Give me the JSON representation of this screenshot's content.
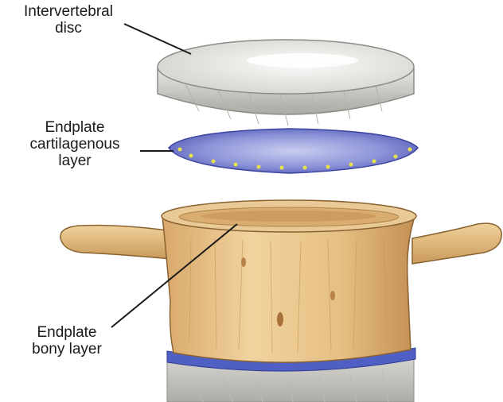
{
  "labels": {
    "intervertebral_disc": "Intervertebral\ndisc",
    "endplate_cartilage": "Endplate\ncartilagenous\nlayer",
    "endplate_bony": "Endplate\nbony layer"
  },
  "colors": {
    "disc_grey": "#d8d6d0",
    "cartilage_blue": "#6b74c8",
    "cartilage_dots": "#e6e24a",
    "bone_tan": "#e8c48c",
    "bone_shadow": "#c99a5b",
    "leader_line": "#1a1a1a"
  }
}
